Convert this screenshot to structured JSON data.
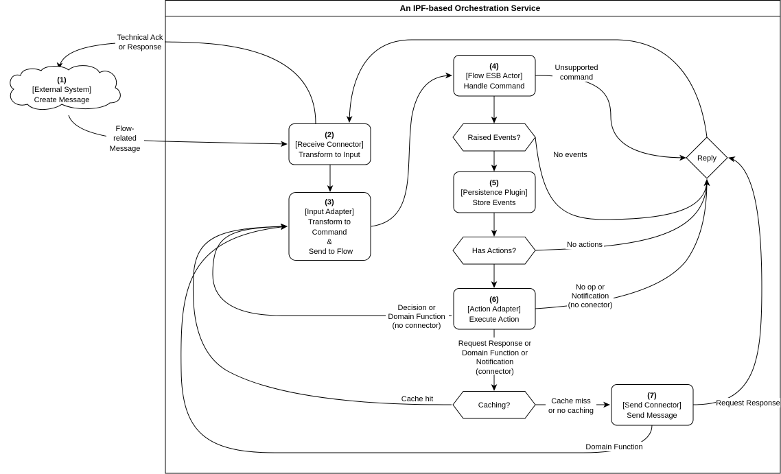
{
  "container": {
    "title": "An IPF-based Orchestration Service"
  },
  "nodes": {
    "external_system": {
      "number": "(1)",
      "lines": [
        "[External System]",
        "Create Message"
      ]
    },
    "receive_connector": {
      "number": "(2)",
      "lines": [
        "[Receive Connector]",
        "Transform to Input"
      ]
    },
    "input_adapter": {
      "number": "(3)",
      "lines": [
        "[Input Adapter]",
        "Transform to",
        "Command",
        "&",
        "Send to Flow"
      ]
    },
    "flow_esb_actor": {
      "number": "(4)",
      "lines": [
        "[Flow ESB Actor]",
        "Handle Command"
      ]
    },
    "raised_events": {
      "lines": [
        "Raised Events?"
      ]
    },
    "persistence_plugin": {
      "number": "(5)",
      "lines": [
        "[Persistence Plugin]",
        "Store Events"
      ]
    },
    "has_actions": {
      "lines": [
        "Has Actions?"
      ]
    },
    "action_adapter": {
      "number": "(6)",
      "lines": [
        "[Action Adapter]",
        "Execute Action"
      ]
    },
    "caching": {
      "lines": [
        "Caching?"
      ]
    },
    "send_connector": {
      "number": "(7)",
      "lines": [
        "[Send Connector]",
        "Send Message"
      ]
    },
    "reply": {
      "lines": [
        "Reply"
      ]
    }
  },
  "edge_labels": {
    "technical_ack": [
      "Technical Ack",
      "or Response"
    ],
    "flow_related": [
      "Flow-",
      "related",
      "Message"
    ],
    "unsupported": [
      "Unsupported",
      "command"
    ],
    "no_events": [
      "No events"
    ],
    "no_actions": [
      "No actions"
    ],
    "no_op": [
      "No op or",
      "Notification",
      "(no conector)"
    ],
    "decision": [
      "Decision or",
      "Domain Function",
      "(no connector)"
    ],
    "request_response_connector": [
      "Request Response or",
      "Domain Function or",
      "Notification",
      "(connector)"
    ],
    "cache_hit": [
      "Cache hit"
    ],
    "cache_miss": [
      "Cache miss",
      "or no caching"
    ],
    "request_response": [
      "Request Response"
    ],
    "domain_function": [
      "Domain Function"
    ]
  }
}
